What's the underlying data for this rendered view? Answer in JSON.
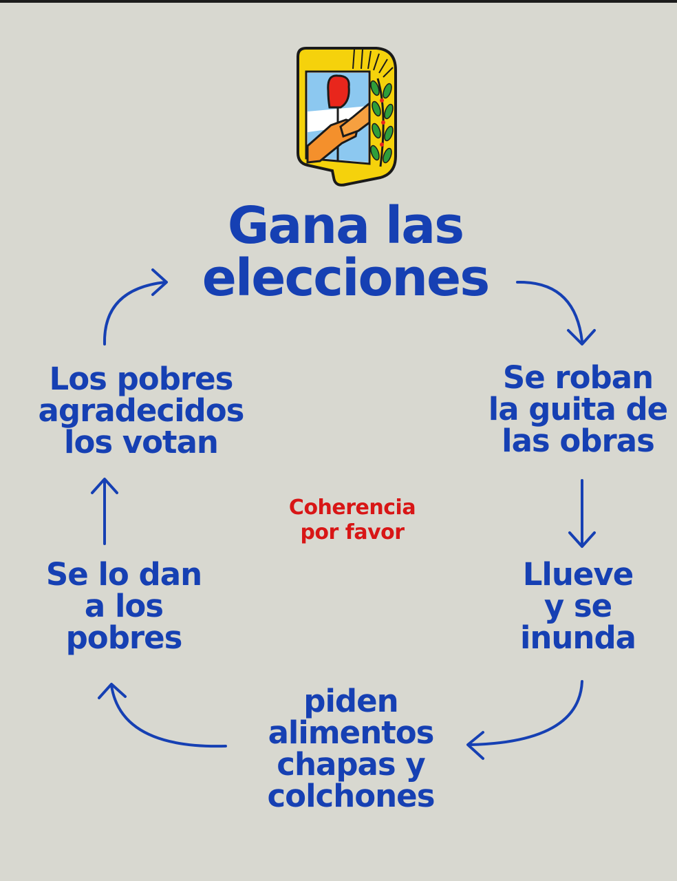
{
  "title": {
    "line1": "Gana las",
    "line2": "elecciones"
  },
  "cycle": [
    {
      "lines": [
        "Se roban",
        "la guita de",
        "las obras"
      ]
    },
    {
      "lines": [
        "Llueve",
        "y se",
        "inunda"
      ]
    },
    {
      "lines": [
        "piden",
        "alimentos",
        "chapas y",
        "colchones"
      ]
    },
    {
      "lines": [
        "Se lo dan",
        "a los",
        "pobres"
      ]
    },
    {
      "lines": [
        "Los pobres",
        "agradecidos",
        "los votan"
      ]
    }
  ],
  "center_note": {
    "line1": "Coherencia",
    "line2": "por favor"
  },
  "colors": {
    "background": "#d8d8d0",
    "text_blue": "#1640b3",
    "note_red": "#d81616"
  },
  "logo": {
    "icon": "party-shield-emblem"
  }
}
